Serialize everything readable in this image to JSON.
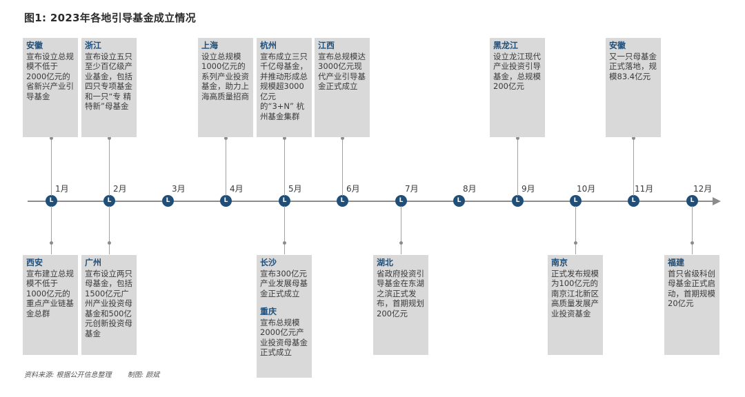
{
  "title": "图1: 2023年各地引导基金成立情况",
  "marker_glyph": "L",
  "months": [
    "1月",
    "2月",
    "3月",
    "4月",
    "5月",
    "6月",
    "7月",
    "8月",
    "9月",
    "10月",
    "11月",
    "12月"
  ],
  "top_events": [
    {
      "region": "安徽",
      "text": "宣布设立总规模不低于2000亿元的省新兴产业引导基金"
    },
    {
      "region": "浙江",
      "text": "宣布设立五只至少百亿级产业基金，包括四只专项基金和一只“专 精 特新”母基金"
    },
    {
      "region": "上海",
      "text": "设立总规模1000亿元的系列产业投资基金，助力上海高质量招商"
    },
    {
      "region": "杭州",
      "text": "宣布成立三只千亿母基金，并推动形成总规模超3000亿元的“3+N” 杭州基金集群"
    },
    {
      "region": "江西",
      "text": "宣布总规模达3000亿元现代产业引导基金正式成立"
    },
    {
      "region": "黑龙江",
      "text": "设立龙江现代产业投资引导基金，总规模200亿元"
    },
    {
      "region": "安徽",
      "text": "又一只母基金正式落地，规模83.4亿元"
    }
  ],
  "bottom_events": [
    {
      "region": "西安",
      "text": "宣布建立总规模不低于1000亿元的重点产业链基金总群"
    },
    {
      "region": "广州",
      "text": "宣布设立两只母基金，包括1500亿元广州产业投资母基金和500亿元创新投资母基金"
    },
    {
      "region": "长沙",
      "text": "宣布300亿元产业发展母基金正式成立",
      "region2": "重庆",
      "text2": "宣布总规模2000亿元产业投资母基金正式成立"
    },
    {
      "region": "湖北",
      "text": "省政府投资引导基金在东湖之滨正式发布，首期规划200亿元"
    },
    {
      "region": "南京",
      "text": "正式发布规模为100亿元的南京江北新区高质量发展产业投资基金"
    },
    {
      "region": "福建",
      "text": "首只省级科创母基金正式启动，首期规模20亿元"
    }
  ],
  "source": "资料来源: 根据公开信息整理",
  "author": "制图: 颜斌"
}
